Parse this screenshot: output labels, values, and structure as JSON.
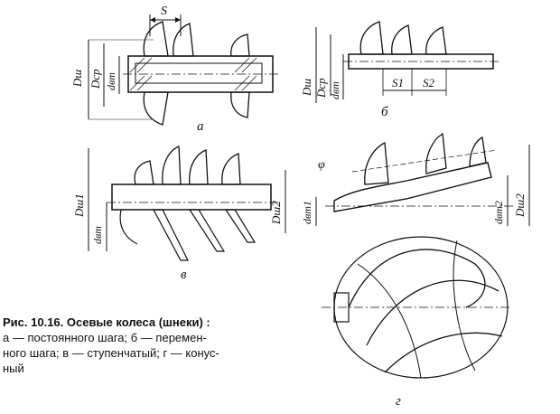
{
  "figure": {
    "caption_title": "Рис. 10.16. Осевые колеса (шнеки) :",
    "caption_line1": "а — постоянного шага; б — перемен-",
    "caption_line2": "ного шага; в — ступенчатый; г — конус-",
    "caption_line3": "ный"
  },
  "subfigures": {
    "a": {
      "label": "а",
      "pitch": "S",
      "dims": [
        "Dш",
        "Dср",
        "dвт"
      ]
    },
    "b": {
      "label": "б",
      "pitch1": "S1",
      "pitch2": "S2",
      "dims": [
        "Dш",
        "Dср",
        "dвт"
      ]
    },
    "v": {
      "label": "в",
      "dims": [
        "Dш1",
        "dвт",
        "Dш2"
      ]
    },
    "g": {
      "label": "г",
      "angle": "φ",
      "dims": [
        "dвт1",
        "dвт2",
        "Dш2"
      ]
    }
  },
  "colors": {
    "ink": "#111111",
    "paper": "#ffffff"
  }
}
